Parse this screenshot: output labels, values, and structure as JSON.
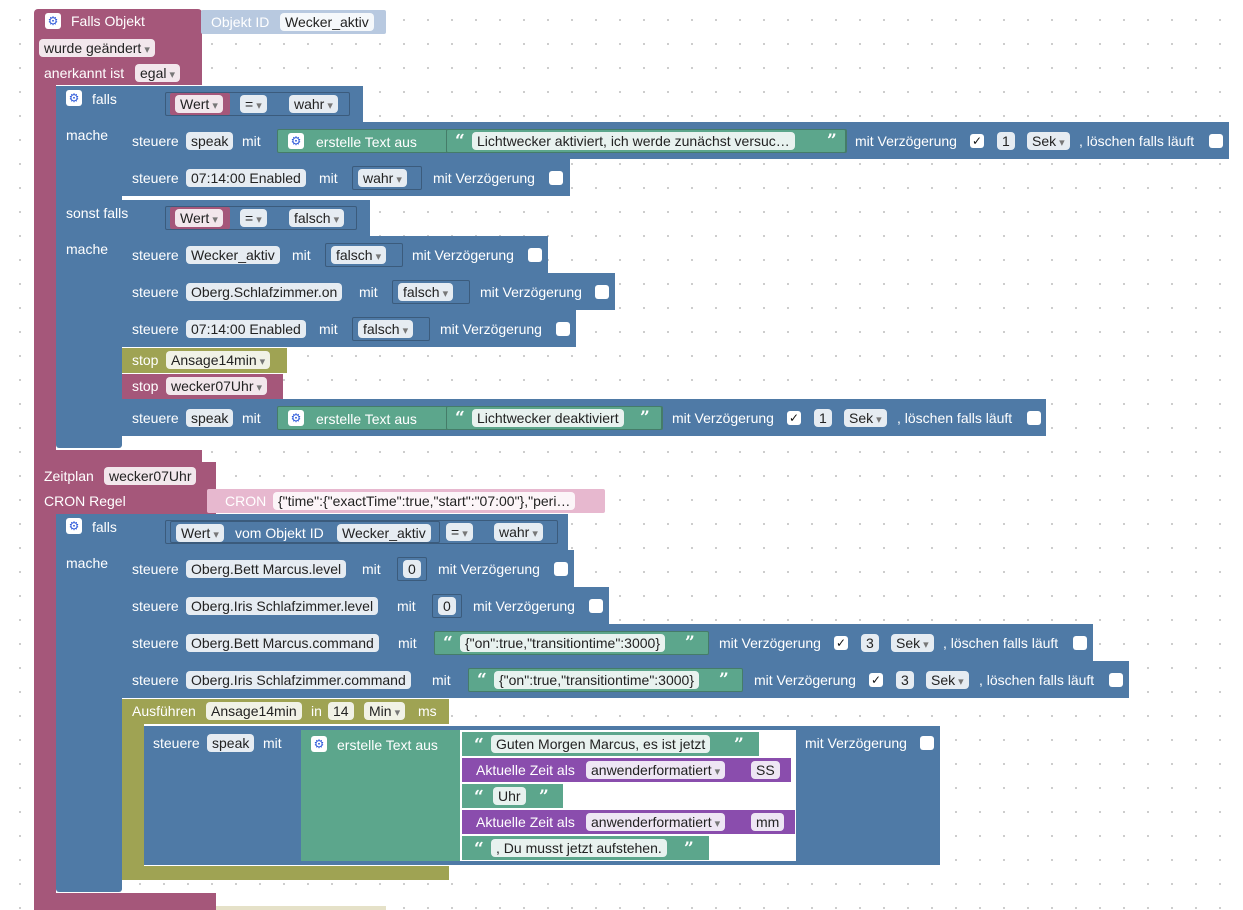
{
  "trigger": {
    "title": "Falls Objekt",
    "object_id_label": "Objekt ID",
    "object_id": "Wecker_aktiv",
    "changed": "wurde geändert",
    "ack_label": "anerkannt ist",
    "ack_value": "egal"
  },
  "if1": {
    "falls": "falls",
    "mache": "mache",
    "sonst_falls": "sonst falls",
    "cond1": {
      "lhs": "Wert",
      "op": "=",
      "rhs": "wahr"
    },
    "cond2": {
      "lhs": "Wert",
      "op": "=",
      "rhs": "falsch"
    }
  },
  "labels": {
    "steuere": "steuere",
    "mit": "mit",
    "mit_verz": "mit Verzögerung",
    "loeschen": ", löschen falls läuft",
    "erstelle": "erstelle Text aus",
    "stop": "stop",
    "sek": "Sek",
    "min": "Min",
    "ms": "ms",
    "ausfuehren": "Ausführen",
    "in": "in",
    "check": "✓"
  },
  "b1": {
    "target": "speak",
    "text": "Lichtwecker aktiviert, ich werde zunächst versuc…",
    "delay": "1"
  },
  "b2": {
    "target": "07:14:00 Enabled",
    "value": "wahr"
  },
  "b3": {
    "target": "Wecker_aktiv",
    "value": "falsch"
  },
  "b4": {
    "target": "Oberg.Schlafzimmer.on",
    "value": "falsch"
  },
  "b5": {
    "target": "07:14:00 Enabled",
    "value": "falsch"
  },
  "stop1": "Ansage14min",
  "stop2": "wecker07Uhr",
  "b6": {
    "target": "speak",
    "text": "Lichtwecker deaktiviert",
    "delay": "1"
  },
  "schedule": {
    "label": "Zeitplan",
    "name": "wecker07Uhr",
    "cron_label": "CRON Regel",
    "cron_tag": "CRON",
    "cron_value": "{\"time\":{\"exactTime\":true,\"start\":\"07:00\"},\"peri…"
  },
  "if2": {
    "falls": "falls",
    "mache": "mache",
    "cond": {
      "lhs": "Wert",
      "mid": "vom Objekt ID",
      "obj": "Wecker_aktiv",
      "op": "=",
      "rhs": "wahr"
    }
  },
  "c1": {
    "target": "Oberg.Bett Marcus.level",
    "value": "0"
  },
  "c2": {
    "target": "Oberg.Iris Schlafzimmer.level",
    "value": "0"
  },
  "c3": {
    "target": "Oberg.Bett Marcus.command",
    "value": "{\"on\":true,\"transitiontime\":3000}",
    "delay": "3"
  },
  "c4": {
    "target": "Oberg.Iris Schlafzimmer.command",
    "value": "{\"on\":true,\"transitiontime\":3000}",
    "delay": "3"
  },
  "timeout": {
    "name": "Ansage14min",
    "value": "14"
  },
  "speak2": {
    "target": "speak",
    "t1": "Guten Morgen Marcus, es ist jetzt",
    "time_label": "Aktuelle Zeit als",
    "time_fmt": "anwenderformatiert",
    "hh": "SS",
    "t2": "Uhr",
    "mm": "mm",
    "t3": ", Du musst jetzt aufstehen."
  },
  "colors": {
    "trigger": "#a5577a",
    "control": "#4f7aa6",
    "text": "#5ca68c",
    "timer": "#9fa353",
    "time": "#8a4dad"
  }
}
